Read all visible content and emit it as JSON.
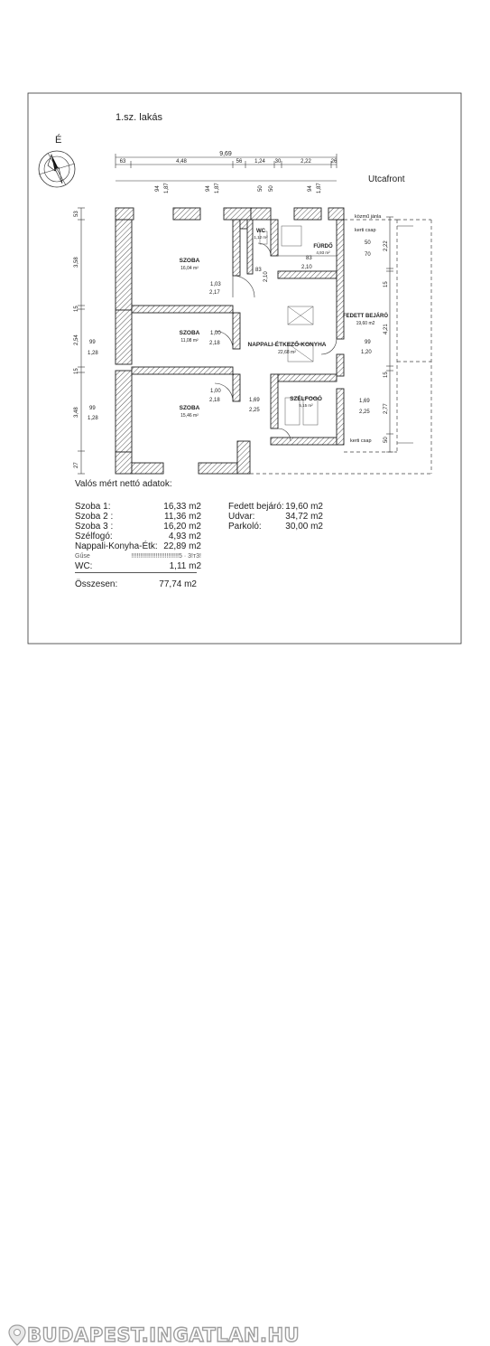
{
  "title": "1.sz. lakás",
  "north_label": "É",
  "street_front": "Utcafront",
  "total_width": "9,69",
  "top_dims": [
    "63",
    "4,48",
    "56",
    "1,24",
    "30",
    "2,22",
    "26"
  ],
  "left_dims": [
    "53",
    "3,58",
    "15",
    "2,54",
    "15",
    "3,48",
    "27"
  ],
  "window_dims": [
    "94",
    "1,87",
    "94",
    "1,87",
    "50",
    "50",
    "94",
    "1,87"
  ],
  "rooms": [
    {
      "name": "SZOBA",
      "area": "16,04 m²"
    },
    {
      "name": "SZOBA",
      "area": "11,08 m²"
    },
    {
      "name": "SZOBA",
      "area": "15,46 m²"
    },
    {
      "name": "WC",
      "area": "1,12 m²"
    },
    {
      "name": "FÜRDŐ",
      "area": "4,93 m²"
    },
    {
      "name": "NAPPALI-ÉTKEZŐ-KONYHA",
      "area": "22,68 m²"
    },
    {
      "name": "SZÉLFOGÓ",
      "area": "5,15 m²"
    },
    {
      "name": "FEDETT BEJÁRÓ",
      "area": "19,60 m2"
    }
  ],
  "door_dims": {
    "d1_top": "1,03",
    "d1_bot": "2,17",
    "d2_top": "1,00",
    "d2_bot": "2,18",
    "d3_top": "1,00",
    "d3_bot": "2,18",
    "wc_83": "83",
    "wc_210": "2,10",
    "furdo_83": "83",
    "furdo_210": "2,10",
    "furdo_50": "50",
    "furdo_70": "70",
    "sz_169": "1,69",
    "sz_225": "2,25",
    "fb_99": "99",
    "fb_120": "1,20",
    "fb2_169": "1,69",
    "fb2_225": "2,25",
    "w_99a": "99",
    "w_128a": "1,28",
    "w_99b": "99",
    "w_128b": "1,28"
  },
  "right_dims": [
    "2,22",
    "15",
    "4,21",
    "15",
    "2,77",
    "50"
  ],
  "labels": {
    "kozmu": "közmű jánla",
    "kerti1": "kerti csap",
    "kerti2": "kerti csap"
  },
  "net_title": "Valós mért nettó adatok:",
  "areas_left": [
    {
      "label": "Szoba 1:",
      "value": "16,33 m2"
    },
    {
      "label": "Szoba 2 :",
      "value": "11,36 m2"
    },
    {
      "label": "Szoba 3 :",
      "value": "16,20 m2"
    },
    {
      "label": "Szélfogó:",
      "value": "4,93 m2"
    },
    {
      "label": "Nappali-Konyha-Étk:",
      "value": "22,89 m2"
    },
    {
      "label": "Gűse",
      "value": "!!!!!!!!!!!!!!!!!!!!!!!!!!!5 · 3!т3!"
    },
    {
      "label": "WC:",
      "value": "1,11 m2"
    }
  ],
  "areas_right": [
    {
      "label": "Fedett bejáró:",
      "value": "19,60 m2"
    },
    {
      "label": "Udvar:",
      "value": "34,72 m2"
    },
    {
      "label": "Parkoló:",
      "value": "30,00 m2"
    }
  ],
  "total_label": "Összesen:",
  "total_value": "77,74 m2",
  "brand": "BUDAPEST.INGATLAN.HU"
}
